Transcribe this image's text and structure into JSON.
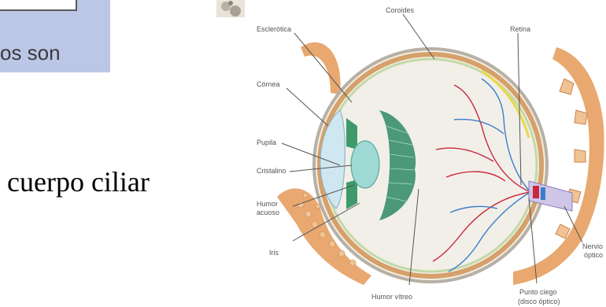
{
  "slide_text": {
    "box_text": "os son",
    "heading": "cuerpo ciliar"
  },
  "diagram_labels": {
    "coroides": "Coroides",
    "esclerotica": "Esclerótica",
    "retina": "Retina",
    "cornea": "Córnea",
    "pupila": "Pupila",
    "cristalino": "Cristalino",
    "humor_acuoso_1": "Humor",
    "humor_acuoso_2": "acuoso",
    "iris": "Iris",
    "nervio_optico_1": "Nervio",
    "nervio_optico_2": "óptico",
    "humor_vitreo": "Humor vítreo",
    "punto_ciego_1": "Punto ciego",
    "punto_ciego_2": "(disco óptico)"
  },
  "colors": {
    "box_fill": "#bcc7e6",
    "sclera": "#f3eee4",
    "choroid": "#d6a06a",
    "retina": "#c2d9a8",
    "vessel_red": "#c8283c",
    "vessel_blue": "#3a7ec8",
    "lens": "#9fd9d3",
    "iris": "#3e9a6a"
  }
}
